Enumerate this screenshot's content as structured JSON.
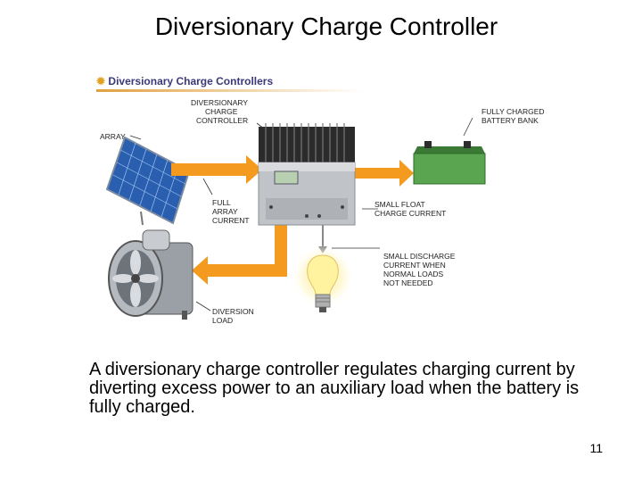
{
  "slide": {
    "title": "Diversionary Charge Controller",
    "caption": "A diversionary charge controller regulates charging current by diverting excess power to an auxiliary load when the battery is fully charged.",
    "page_number": "11"
  },
  "figure": {
    "header": "Diversionary Charge Controllers",
    "labels": {
      "array": "ARRAY",
      "controller": [
        "DIVERSIONARY",
        "CHARGE",
        "CONTROLLER"
      ],
      "battery": [
        "FULLY CHARGED",
        "BATTERY BANK"
      ],
      "full_current": [
        "FULL",
        "ARRAY",
        "CURRENT"
      ],
      "float_current": [
        "SMALL FLOAT",
        "CHARGE CURRENT"
      ],
      "discharge": [
        "SMALL DISCHARGE",
        "CURRENT WHEN",
        "NORMAL LOADS",
        "NOT NEEDED"
      ],
      "diversion": [
        "DIVERSION",
        "LOAD"
      ]
    },
    "colors": {
      "arrow": "#f39a1f",
      "panel": "#2a5fb0",
      "battery": "#4f9a49",
      "controller": "#c0c4c8",
      "header": "#3a3a7a"
    }
  }
}
